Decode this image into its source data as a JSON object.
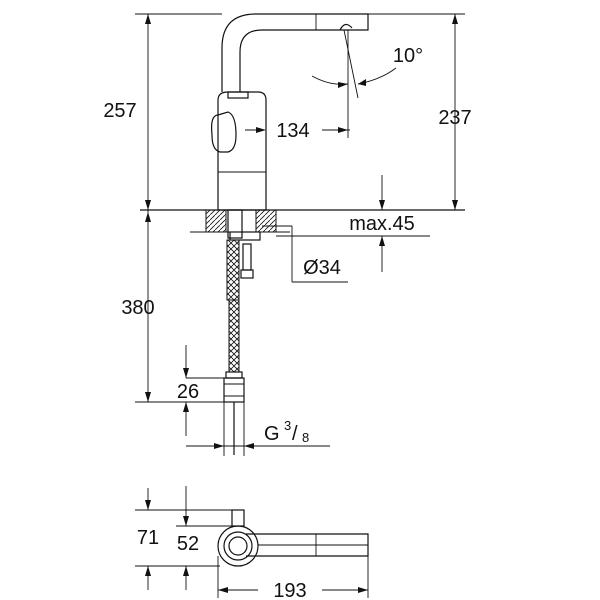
{
  "dimensions": {
    "overall_height": "257",
    "spout_reach": "134",
    "angle": "10°",
    "spout_height": "237",
    "deck_thickness": "max.45",
    "hole_diameter": "Ø34",
    "hose_length": "380",
    "nut_height": "26",
    "thread": {
      "base": "G",
      "num": "3",
      "den": "8"
    },
    "top_view_depth": "71",
    "top_view_body": "52",
    "top_view_reach": "193"
  }
}
